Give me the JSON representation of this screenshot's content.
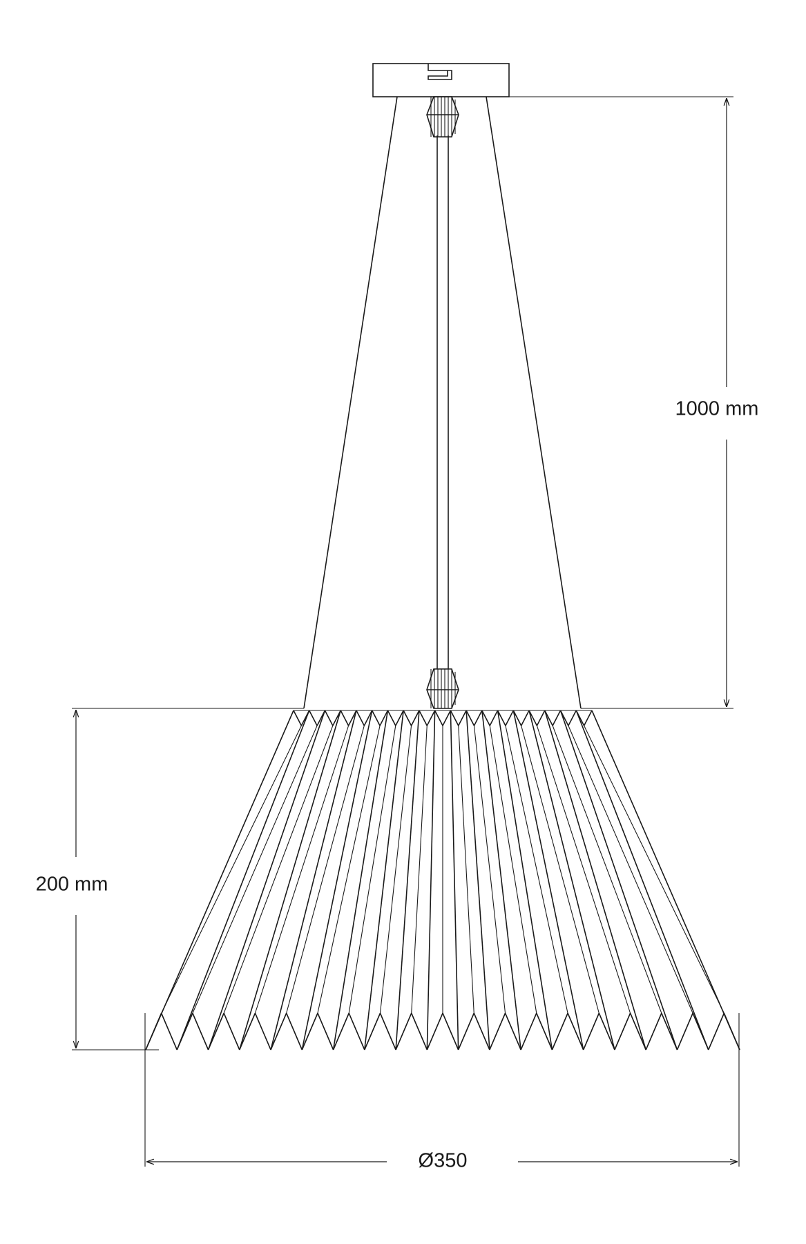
{
  "dimensions": {
    "cable_length": "1000 mm",
    "shade_height": "200 mm",
    "shade_diameter": "Ø350"
  },
  "colors": {
    "line": "#1a1a1a",
    "background": "#ffffff"
  }
}
